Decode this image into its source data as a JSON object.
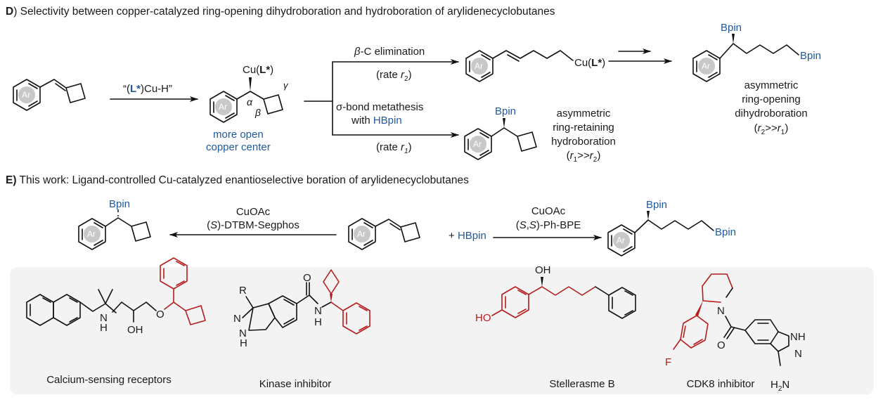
{
  "sections": {
    "D": {
      "letter": "D",
      "title": ") Selectivity between copper-catalyzed ring-opening dihydroboration and hydroboration of arylidenecyclobutanes"
    },
    "E": {
      "letter": "E)",
      "title": " This work: Ligand-controlled Cu-catalyzed enantioselective boration of arylidenecyclobutanes"
    }
  },
  "scheme_d": {
    "reagent": "“(L*)Cu-H”",
    "reagent_parts": {
      "open": "“(",
      "ligand": "L*",
      "close": ")Cu-H”"
    },
    "intermediate_label": "Cu(L*)",
    "alpha": "α",
    "beta": "β",
    "gamma": "γ",
    "note_line1": "more open",
    "note_line2": "copper center",
    "path_top_label": "β-C elimination",
    "path_top_rate": "(rate r2)",
    "path_bottom_label1": "σ-bond metathesis",
    "path_bottom_label2_prefix": "with ",
    "path_bottom_label2_reagent": "HBpin",
    "path_bottom_rate": "(rate r1)",
    "alkenyl_cu_label": "Cu(L*)",
    "product_top_bpin1": "Bpin",
    "product_top_bpin2": "Bpin",
    "product_top_desc": [
      "asymmetric",
      "ring-opening",
      "dihydroboration",
      "(r2>>r1)"
    ],
    "product_bottom_bpin": "Bpin",
    "product_bottom_desc": [
      "asymmetric",
      "ring-retaining",
      "hydroboration",
      "(r1>>r2)"
    ],
    "ar_label": "Ar"
  },
  "scheme_e": {
    "left_catalyst": "CuOAc",
    "left_ligand": "(S)-DTBM-Segphos",
    "left_product_bpin": "Bpin",
    "plus_reagent": "+ ",
    "reagent": "HBpin",
    "right_catalyst": "CuOAc",
    "right_ligand": "(S,S)-Ph-BPE",
    "right_product_bpin1": "Bpin",
    "right_product_bpin2": "Bpin"
  },
  "examples": [
    {
      "name": "Calcium-sensing receptors",
      "atoms": [
        "N",
        "H",
        "OH",
        "O"
      ]
    },
    {
      "name": "Kinase inhibitor",
      "atoms": [
        "R",
        "N",
        "N",
        "H",
        "O",
        "N",
        "H"
      ]
    },
    {
      "name": "Stellerasme B",
      "atoms": [
        "OH",
        "HO"
      ]
    },
    {
      "name": "CDK8 inhibitor",
      "atoms": [
        "N",
        "O",
        "F",
        "NH",
        "N",
        "H2N"
      ]
    }
  ],
  "colors": {
    "blue": "#1f5aa0",
    "red": "#b51c1c",
    "panel": "#f3f3f3",
    "ar_circle": "#c8c8c8"
  }
}
